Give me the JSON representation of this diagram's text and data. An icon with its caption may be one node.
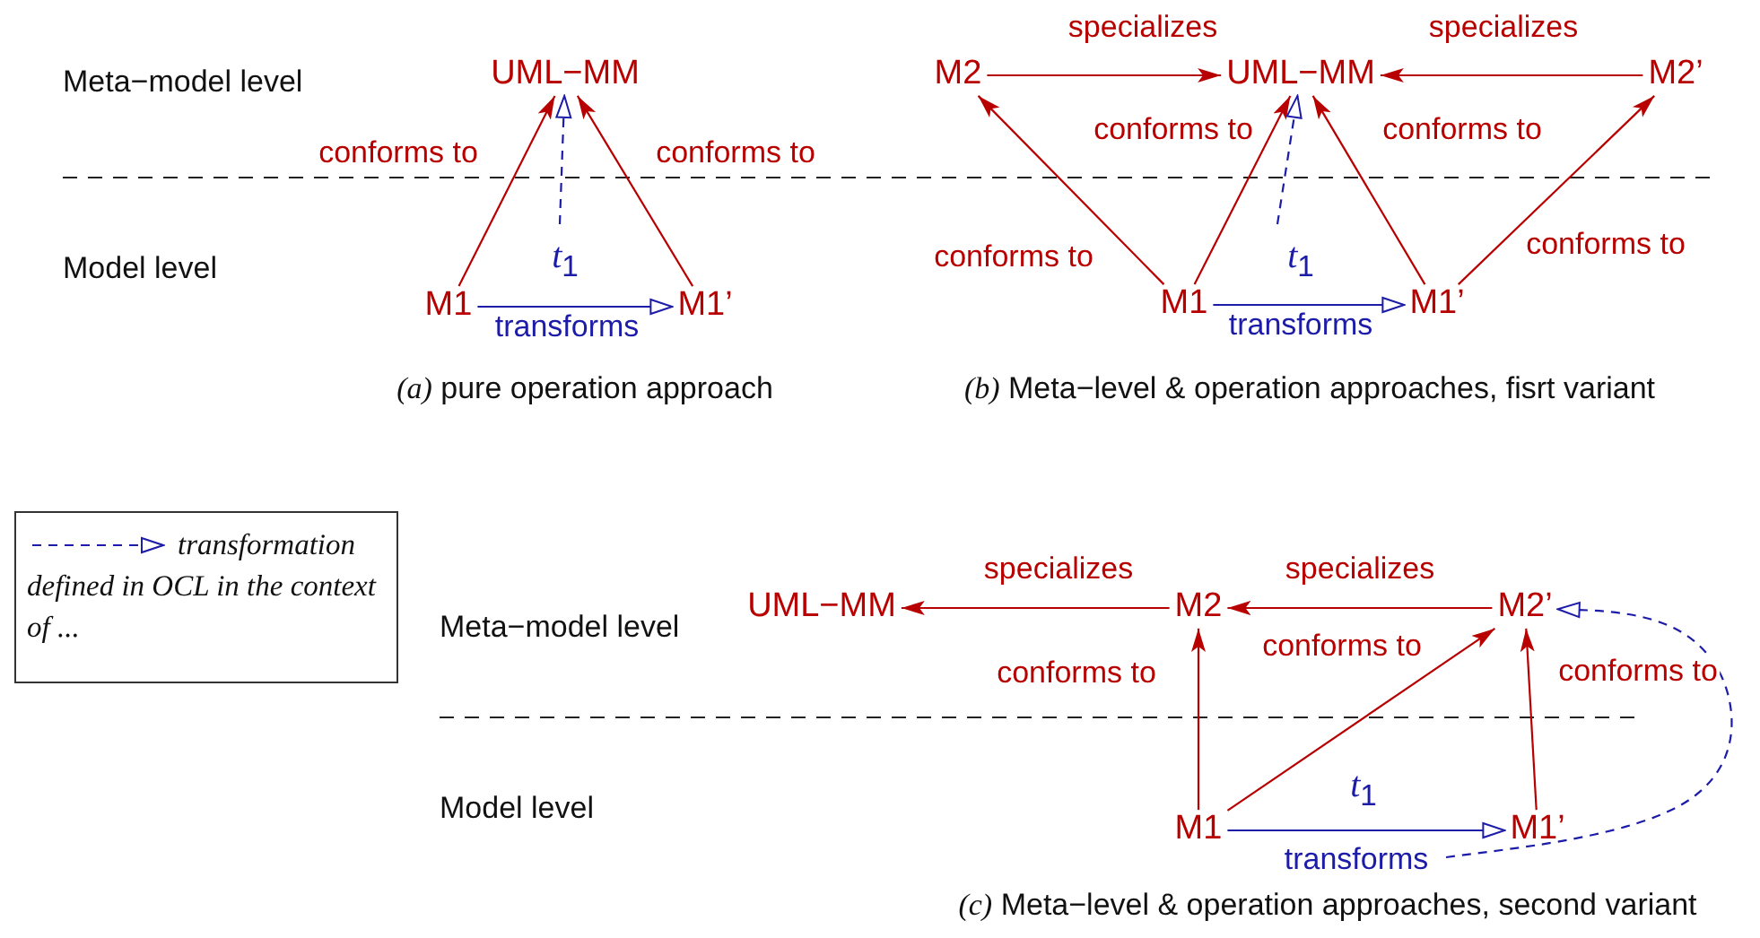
{
  "diagram": {
    "nodes": [
      {
        "text": [
          "UML−MM"
        ]
      },
      {
        "text": [
          "M1"
        ]
      },
      {
        "text": [
          "M1’"
        ]
      },
      {
        "text": [
          "M2"
        ]
      },
      {
        "text": [
          "UML−MM"
        ]
      },
      {
        "text": [
          "M2’"
        ]
      },
      {
        "text": [
          "M1"
        ]
      },
      {
        "text": [
          "M1’"
        ]
      },
      {
        "text": [
          "UML−MM"
        ]
      },
      {
        "text": [
          "M2"
        ]
      },
      {
        "text": [
          "M2’"
        ]
      },
      {
        "text": [
          "M1"
        ]
      },
      {
        "text": [
          "M1’"
        ]
      }
    ],
    "edges": [
      {
        "from": 1,
        "to": 0,
        "arrow": "to",
        "label": "conforms to"
      },
      {
        "from": 2,
        "to": 0,
        "arrow": "to",
        "label": "conforms to"
      },
      {
        "from": 1,
        "to": 2,
        "arrow": "to",
        "label": "transforms",
        "color": "#1c1ca8"
      },
      {
        "from": null,
        "to": 0,
        "arrow": "to",
        "style": "dashed",
        "color": "#1c1ca8"
      },
      {
        "from": 3,
        "to": 4,
        "arrow": "to",
        "label": "specializes"
      },
      {
        "from": 5,
        "to": 4,
        "arrow": "to",
        "label": "specializes"
      },
      {
        "from": 6,
        "to": 3,
        "arrow": "to",
        "label": "conforms to"
      },
      {
        "from": 6,
        "to": 4,
        "arrow": "to",
        "label": "conforms to"
      },
      {
        "from": 7,
        "to": 4,
        "arrow": "to",
        "label": "conforms to"
      },
      {
        "from": 7,
        "to": 5,
        "arrow": "to",
        "label": "conforms to"
      },
      {
        "from": 6,
        "to": 7,
        "arrow": "to",
        "label": "transforms",
        "color": "#1c1ca8"
      },
      {
        "from": null,
        "to": 4,
        "arrow": "to",
        "style": "dashed",
        "color": "#1c1ca8"
      },
      {
        "from": 9,
        "to": 8,
        "arrow": "to",
        "label": "specializes"
      },
      {
        "from": 10,
        "to": 9,
        "arrow": "to",
        "label": "specializes"
      },
      {
        "from": 11,
        "to": 9,
        "arrow": "to",
        "label": "conforms to"
      },
      {
        "from": 11,
        "to": 10,
        "arrow": "to",
        "label": "conforms to"
      },
      {
        "from": 12,
        "to": 10,
        "arrow": "to",
        "label": "conforms to"
      },
      {
        "from": 11,
        "to": 12,
        "arrow": "to",
        "label": "transforms",
        "color": "#1c1ca8"
      },
      {
        "from": null,
        "to": 10,
        "arrow": "to",
        "style": "dashed",
        "color": "#1c1ca8"
      }
    ],
    "labels": [
      "Meta−model level",
      "Model level",
      "*t*$_{1}$",
      "*(a)*  pure operation approach",
      "*t*$_{1}$",
      "*(b)*  Meta−level & operation approaches, fisrt variant",
      "Meta−model level",
      "Model level",
      "*t*$_{1}$",
      "*(c)*  Meta−level & operation approaches, second variant"
    ],
    "legend": [
      {
        "text": "transformation defined in OCL in the context of ..."
      }
    ]
  }
}
